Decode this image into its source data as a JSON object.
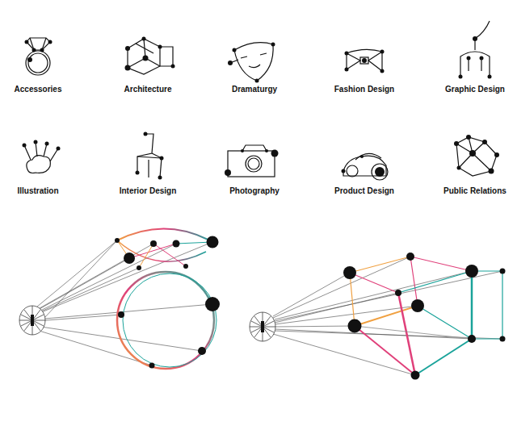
{
  "diagram": {
    "labels": [
      "Accessories",
      "Architecture",
      "Dramaturgy",
      "Fashion Design",
      "Graphic Design",
      "Illustration",
      "Interior Design",
      "Photography",
      "Product Design",
      "Public Relations"
    ]
  }
}
